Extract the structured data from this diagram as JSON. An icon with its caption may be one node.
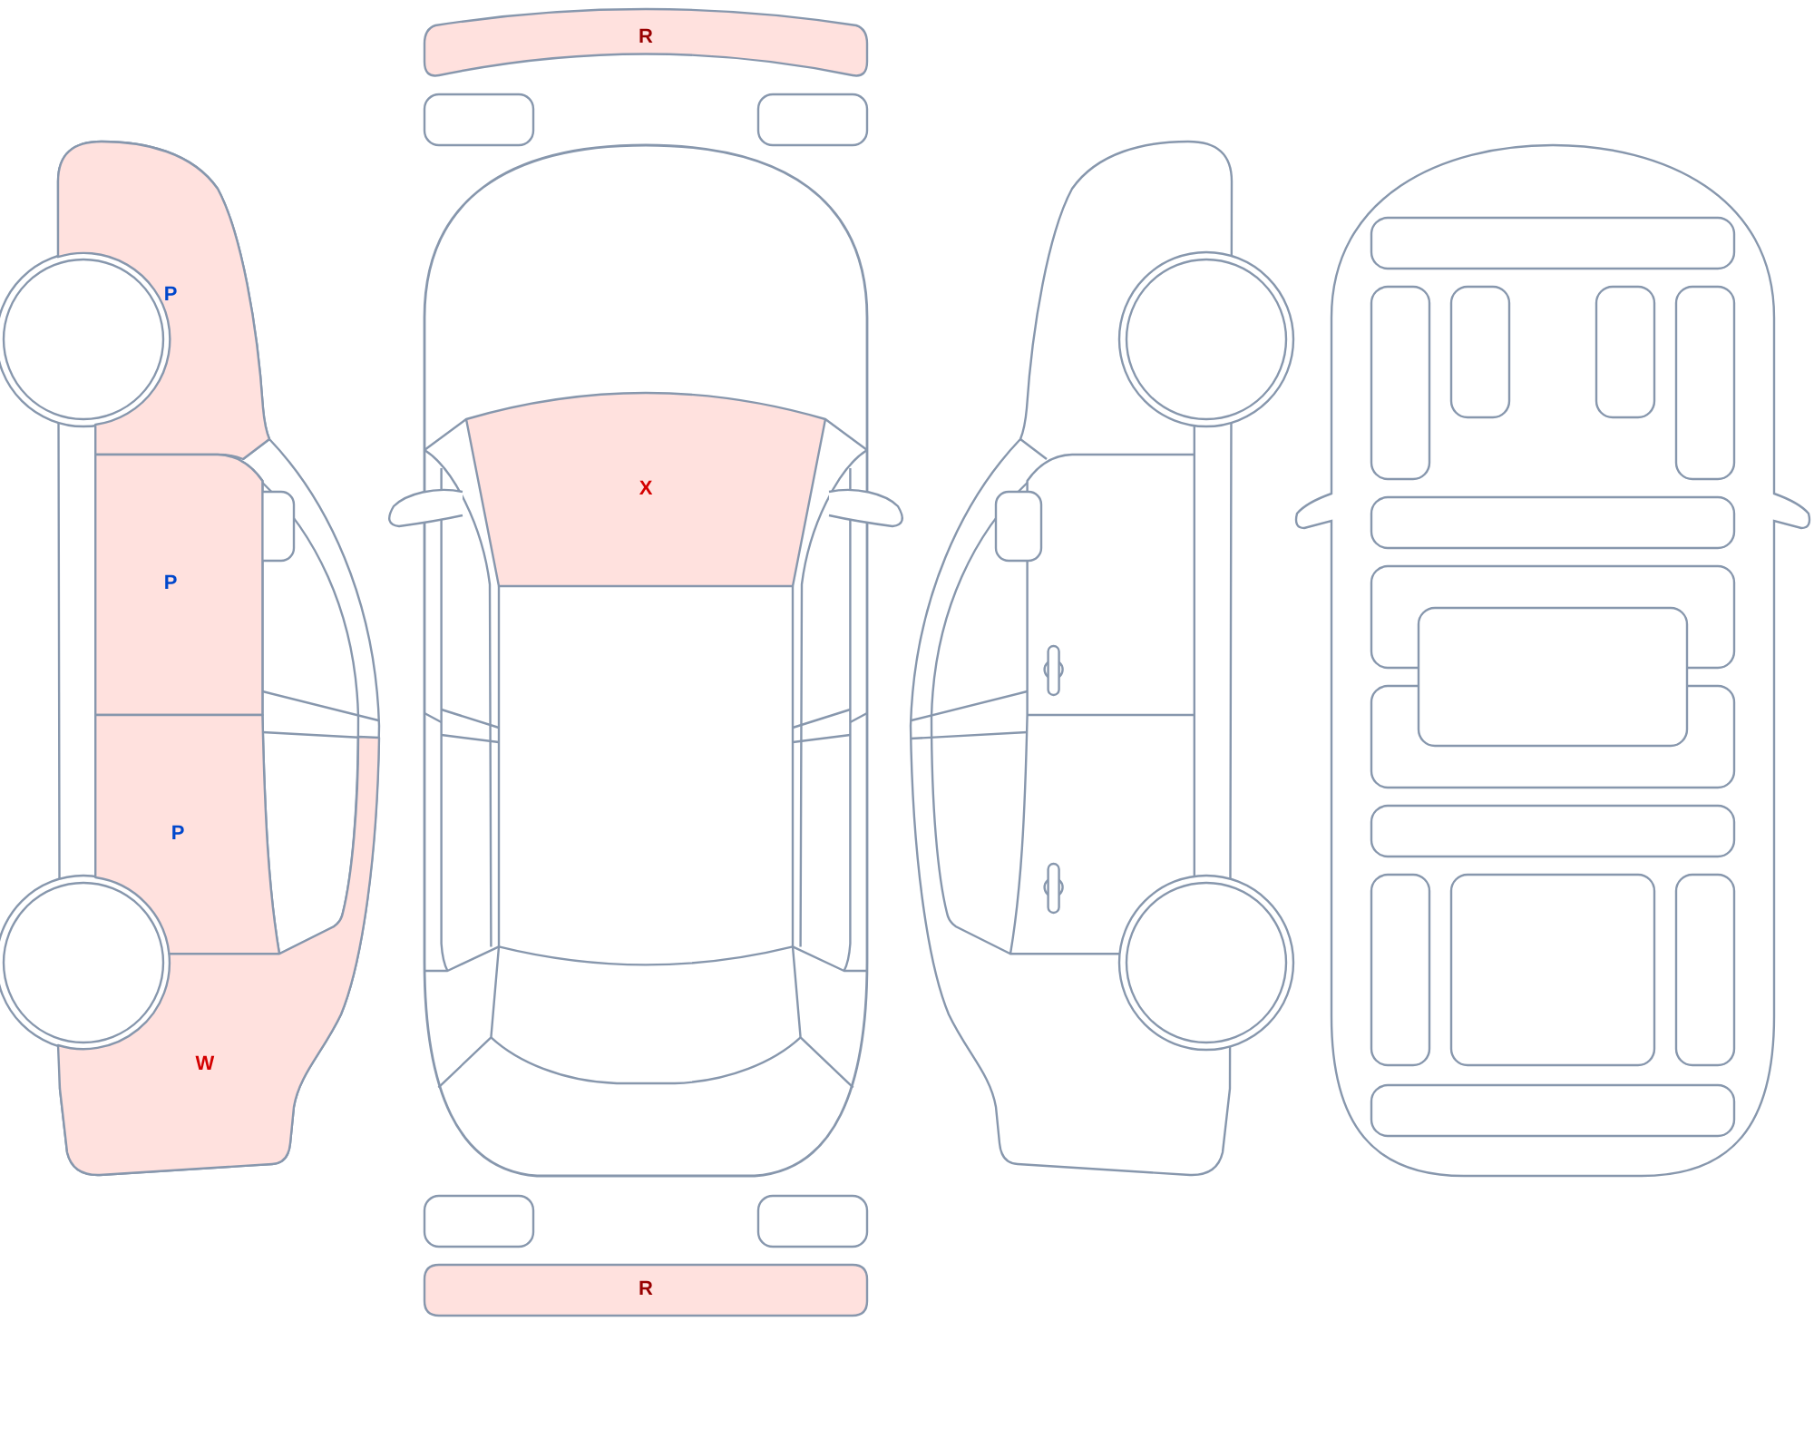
{
  "diagram": {
    "nodes": [
      {
        "text": [
          "R"
        ]
      },
      {
        "text": [
          "P"
        ]
      },
      {
        "text": [
          "X"
        ]
      },
      {
        "text": [
          "P"
        ]
      },
      {
        "text": [
          "P"
        ]
      },
      {
        "text": [
          "W"
        ]
      },
      {
        "text": [
          "R"
        ]
      }
    ]
  }
}
